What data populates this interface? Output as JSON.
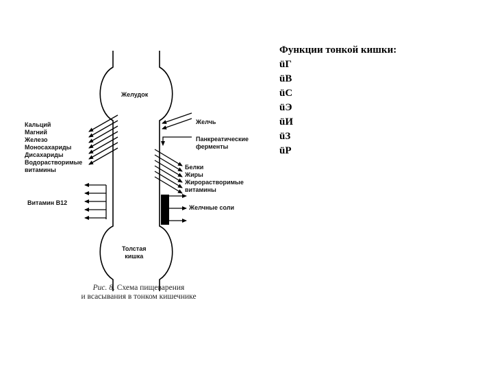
{
  "diagram": {
    "stomach": "Желудок",
    "colon": [
      "Толстая",
      "кишка"
    ],
    "left_labels": [
      "Кальций",
      "Магний",
      "Железо",
      "Моносахариды",
      "Дисахариды",
      "Водорастворимые",
      "витамины"
    ],
    "b12": "Витамин В12",
    "bile": "Желчь",
    "pancreatic": [
      "Панкреатические",
      "ферменты"
    ],
    "right_labels": [
      "Белки",
      "Жиры",
      "Жирорастворимые",
      "витамины"
    ],
    "bile_salts": "Желчные соли",
    "caption_fig": "Рис. 8.",
    "caption_line1": "Схема пищеварения",
    "caption_line2": "и всасывания в тонком кишечнике"
  },
  "side": {
    "title": "Функции тонкой кишки:",
    "bullet": "ü",
    "items": [
      "Г",
      "В",
      "С",
      "Э",
      "И",
      "З",
      "Р"
    ]
  }
}
